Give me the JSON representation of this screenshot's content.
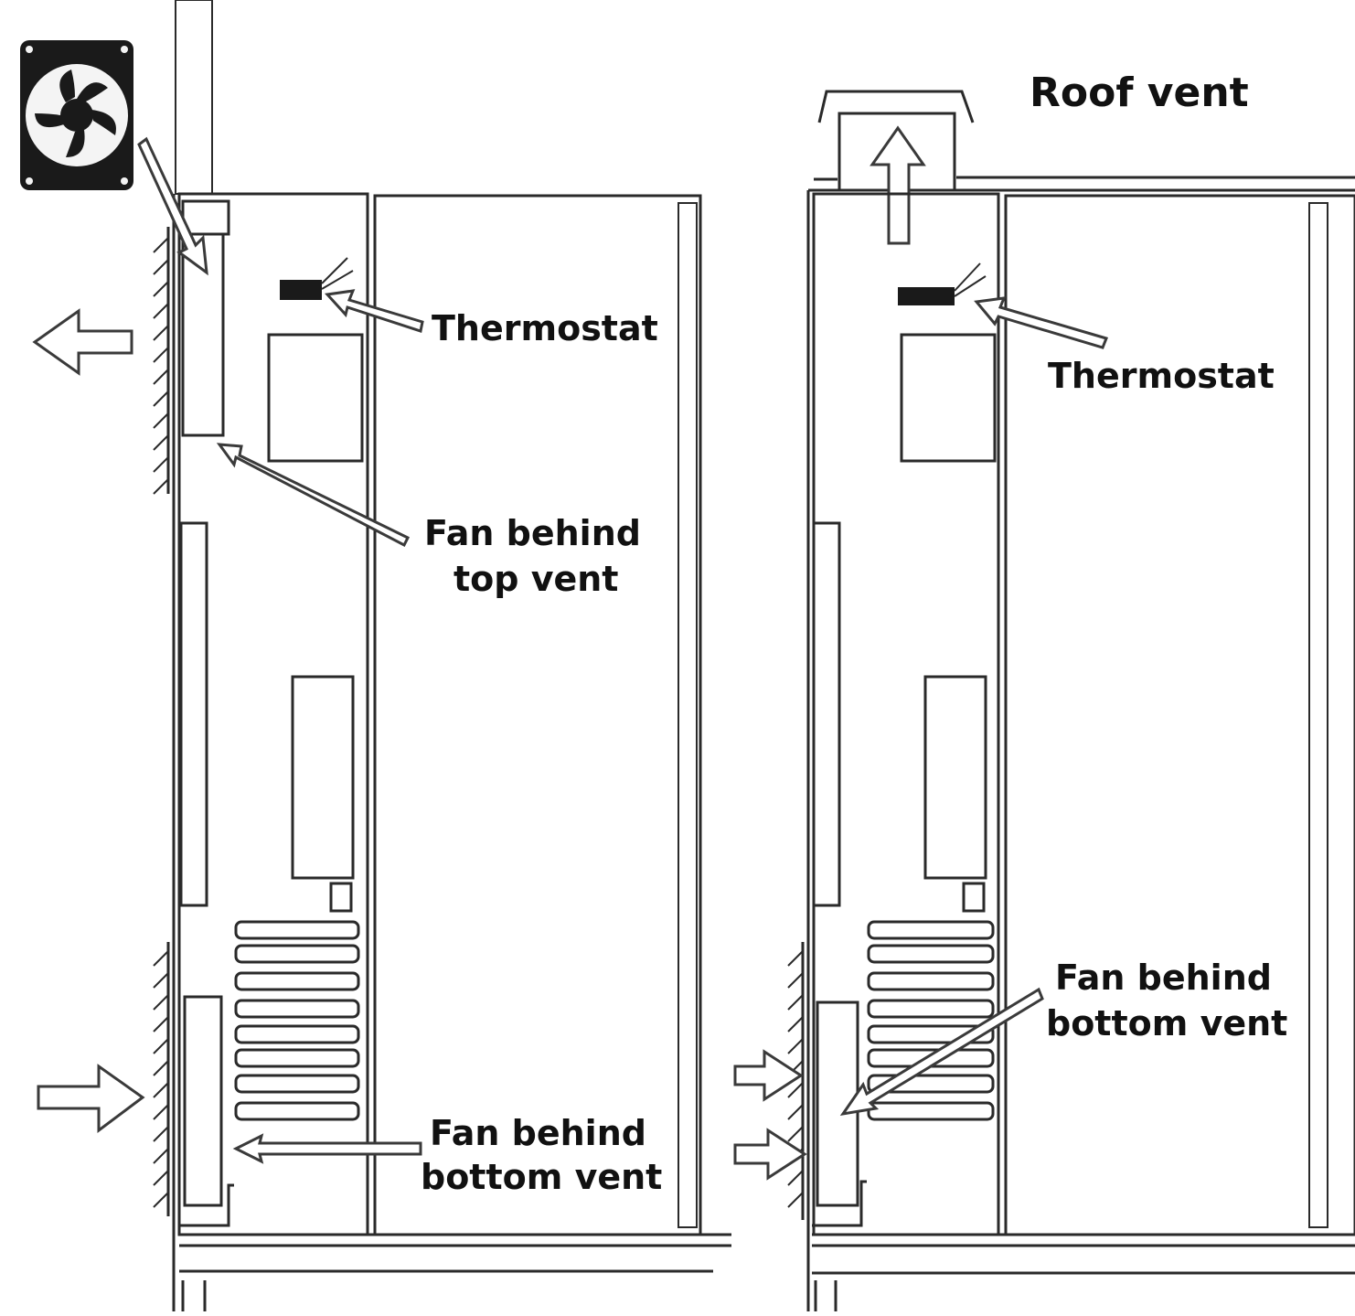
{
  "labels": {
    "left_thermostat": "Thermostat",
    "left_fan_top_line1": "Fan behind",
    "left_fan_top_line2": "top vent",
    "left_fan_bottom_line1": "Fan behind",
    "left_fan_bottom_line2": "bottom vent",
    "right_roof_vent": "Roof vent",
    "right_thermostat": "Thermostat",
    "right_fan_bottom_line1": "Fan behind",
    "right_fan_bottom_line2": "bottom vent"
  },
  "icons": [
    "computer-fan-icon",
    "airflow-out-arrow-icon",
    "airflow-in-arrow-icon",
    "airflow-up-arrow-icon",
    "thermostat-icon"
  ],
  "colors": {
    "line": "#2a2a2a",
    "background": "#ffffff",
    "fan_body": "#1a1a1a"
  }
}
